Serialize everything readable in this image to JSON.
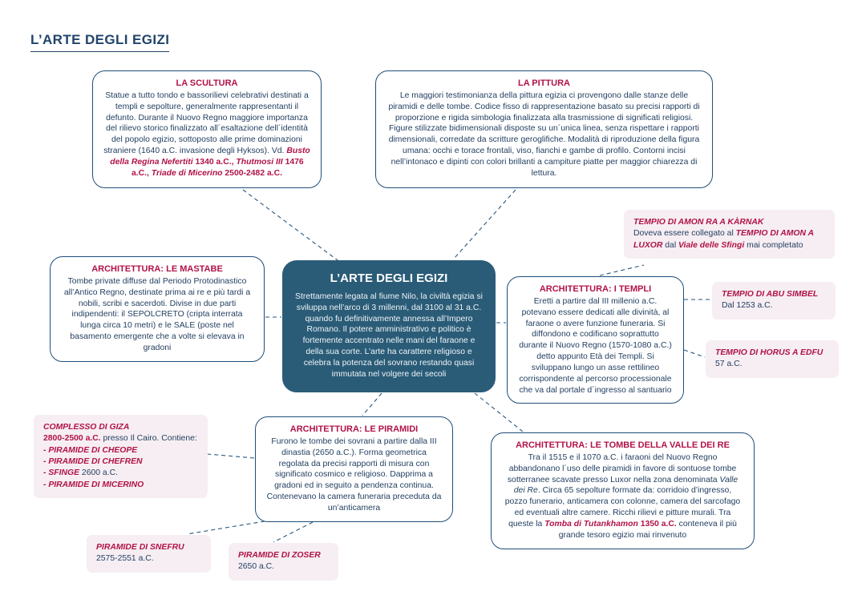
{
  "page": {
    "title": "L’ARTE DEGLI EGIZI"
  },
  "colors": {
    "navy": "#1f4e79",
    "red": "#b11346",
    "pink_background": "#f6eef3",
    "central_background": "#2a5c78"
  },
  "central": {
    "title": "L’ARTE DEGLI EGIZI",
    "body": "Strettamente legata al fiume Nilo, la civiltà egizia si sviluppa nell’arco di 3 millenni, dal 3100 al 31 a.C. quando fu definitivamente annessa all’Impero Romano. Il potere amministrativo e politico è fortemente accentrato nelle mani del faraone e della sua corte. L’arte ha carattere religioso e celebra la potenza del sovrano restando quasi immutata nel volgere dei secoli"
  },
  "nodes": {
    "scultura": {
      "title": "LA SCULTURA",
      "body": [
        {
          "t": "Statue a tutto tondo e bassorilievi celebrativi destinati a templi e sepolture, generalmente rappresentanti il defunto. Durante il Nuovo Regno maggiore importanza del rilievo storico finalizzato all´esaltazione dell´identità del popolo egizio, sottoposto alle prime dominazioni straniere (1640 a.C. invasione degli Hyksos). Vd. ",
          "s": ""
        },
        {
          "t": "Busto della Regina Nefertiti",
          "s": "ri"
        },
        {
          "t": " 1340 a.C., ",
          "s": "r"
        },
        {
          "t": "Thutmosi III",
          "s": "ri"
        },
        {
          "t": " 1476 a.C., ",
          "s": "r"
        },
        {
          "t": "Triade di Micerino",
          "s": "ri"
        },
        {
          "t": " 2500-2482 a.C.",
          "s": "r"
        }
      ]
    },
    "pittura": {
      "title": "LA PITTURA",
      "body": "Le maggiori testimonianza della pittura egizia ci provengono dalle stanze delle piramidi e delle tombe. Codice fisso di rappresentazione basato su precisi rapporti di proporzione e rigida simbologia finalizzata alla trasmissione di significati religiosi. Figure stilizzate bidimensionali disposte su un´unica linea, senza rispettare i rapporti dimensionali, corredate da scritture geroglifiche. Modalità di riproduzione della figura umana: occhi e torace frontali, viso, fianchi e gambe di profilo. Contorni incisi nell’intonaco e dipinti con colori brillanti a campiture piatte per maggior chiarezza di lettura."
    },
    "mastabe": {
      "title": "ARCHITETTURA: LE MASTABE",
      "body": "Tombe private diffuse dal Periodo Protodinastico all’Antico Regno, destinate prima ai re e più tardi a nobili, scribi e sacerdoti. Divise in due parti indipendenti: il SEPOLCRETO (cripta interrata lunga circa 10 metri) e le SALE (poste nel basamento emergente che a volte si elevava in gradoni"
    },
    "templi": {
      "title": "ARCHITETTURA: I TEMPLI",
      "body": "Eretti a partire dal III millenio a.C. potevano essere dedicati alle divinità, al faraone o avere funzione funeraria. Si diffondono e codificano soprattutto durante il Nuovo Regno (1570-1080 a.C.) detto appunto Età dei Templi. Si sviluppano lungo un asse rettilineo corrispondente al percorso processionale che va dal portale d´ingresso al santuario"
    },
    "piramidi": {
      "title": "ARCHITETTURA: LE PIRAMIDI",
      "body": "Furono le tombe dei sovrani a partire dalla III dinastia (2650 a.C.). Forma geometrica regolata da precisi rapporti di misura con significato cosmico e religioso. Dapprima a gradoni ed in seguito a pendenza continua. Contenevano la camera funeraria preceduta da un’anticamera"
    },
    "tombe": {
      "title": "ARCHITETTURA: LE TOMBE DELLA VALLE DEI RE",
      "body": [
        {
          "t": "Tra il 1515 e il 1070 a.C. i faraoni del Nuovo Regno abbandonano l´uso delle piramidi in favore di sontuose tombe sotterranee scavate presso Luxor nella zona denominata ",
          "s": ""
        },
        {
          "t": "Valle dei Re",
          "s": "i"
        },
        {
          "t": ". Circa 65 sepolture formate da: corridoio d’ingresso, pozzo funerario, anticamera con colonne, camera del sarcofago ed eventuali altre camere. Ricchi rilievi e pitture murali. Tra queste la ",
          "s": ""
        },
        {
          "t": "Tomba di Tutankhamon",
          "s": "ri"
        },
        {
          "t": " 1350 a.C.",
          "s": "r"
        },
        {
          "t": " conteneva il più grande tesoro egizio mai rinvenuto",
          "s": ""
        }
      ]
    }
  },
  "labels": {
    "karnak": {
      "title": "TEMPIO DI AMON RA A KÀRNAK",
      "body": [
        {
          "t": "Doveva essere collegato al ",
          "s": ""
        },
        {
          "t": "TEMPIO DI AMON A LUXOR",
          "s": "ri"
        },
        {
          "t": " dal ",
          "s": ""
        },
        {
          "t": "Viale delle Sfingi",
          "s": "ri"
        },
        {
          "t": " mai completato",
          "s": ""
        }
      ]
    },
    "abu_simbel": {
      "title": "TEMPIO DI ABU SIMBEL",
      "subtitle": "Dal 1253 a.C."
    },
    "horus": {
      "title": "TEMPIO DI HORUS A EDFU",
      "subtitle": "57 a.C."
    },
    "giza": {
      "lines": [
        [
          {
            "t": "COMPLESSO DI GIZA",
            "s": "ri"
          }
        ],
        [
          {
            "t": "2800-2500 a.C.",
            "s": "r"
          },
          {
            "t": " presso Il Cairo. Contiene:",
            "s": ""
          }
        ],
        [
          {
            "t": "- PIRAMIDE DI CHEOPE",
            "s": "ri"
          }
        ],
        [
          {
            "t": "- PIRAMIDE DI CHEFREN",
            "s": "ri"
          }
        ],
        [
          {
            "t": "- SFINGE",
            "s": "ri"
          },
          {
            "t": " 2600 a.C.",
            "s": ""
          }
        ],
        [
          {
            "t": "- PIRAMIDE DI MICERINO",
            "s": "ri"
          }
        ]
      ]
    },
    "snefru": {
      "title": "PIRAMIDE DI SNEFRU",
      "subtitle": "2575-2551 a.C."
    },
    "zoser": {
      "title": "PIRAMIDE DI ZOSER",
      "subtitle": "2650 a.C."
    }
  }
}
